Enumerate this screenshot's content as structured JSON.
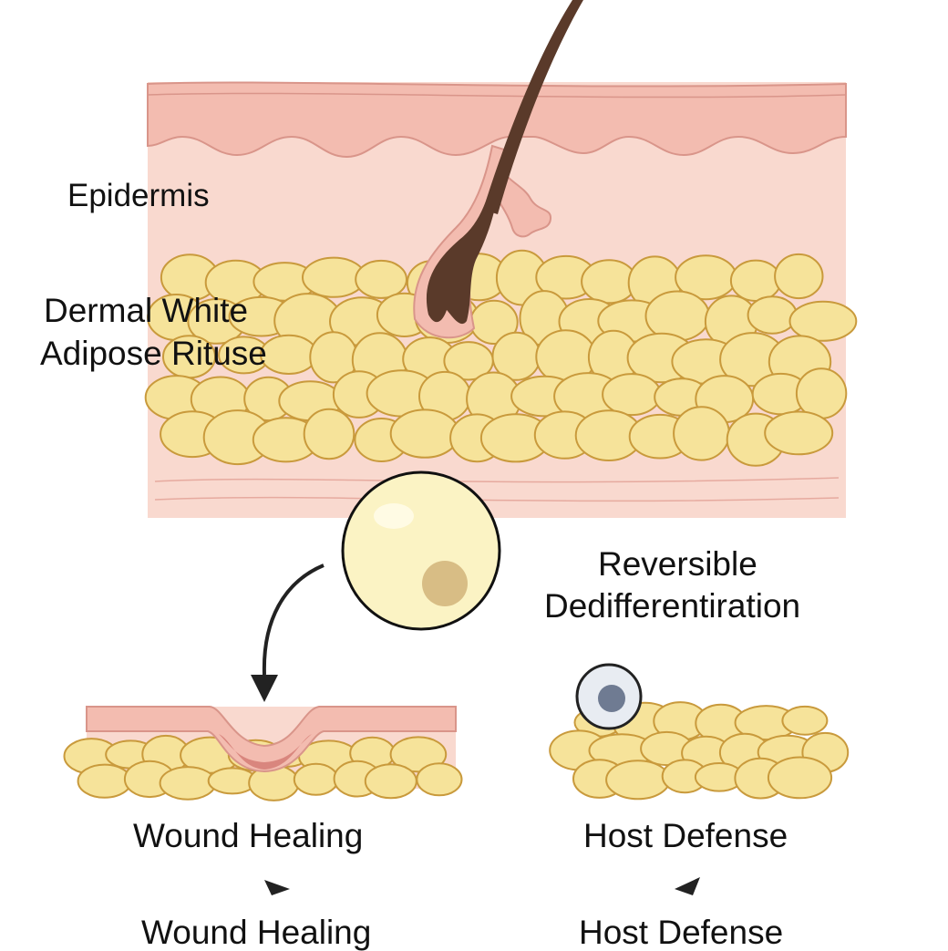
{
  "labels": {
    "epidermis": "Epidermis",
    "dwat_line1": "Dermal White",
    "dwat_line2": "Adipose Rituse",
    "process_line1": "Reversible",
    "process_line2": "Dedifferentiration",
    "outcome_left_1": "Wound Healing",
    "outcome_left_2": "Wound Healing",
    "outcome_right_1": "Host Defense",
    "outcome_right_2": "Host Defense"
  },
  "colors": {
    "skin_light": "#f9d9cf",
    "skin_mid": "#f3bcb0",
    "skin_line": "#d9958a",
    "fat_fill": "#f6e39a",
    "fat_stroke": "#c99a3c",
    "hair": "#5a3a2a",
    "wound": "#d9867e",
    "cell_fill": "#fbf3c4",
    "nucleus": "#d8bd85",
    "immune_fill": "#e8ecf2",
    "immune_nucleus": "#6f7b92",
    "arrow": "#222222"
  }
}
